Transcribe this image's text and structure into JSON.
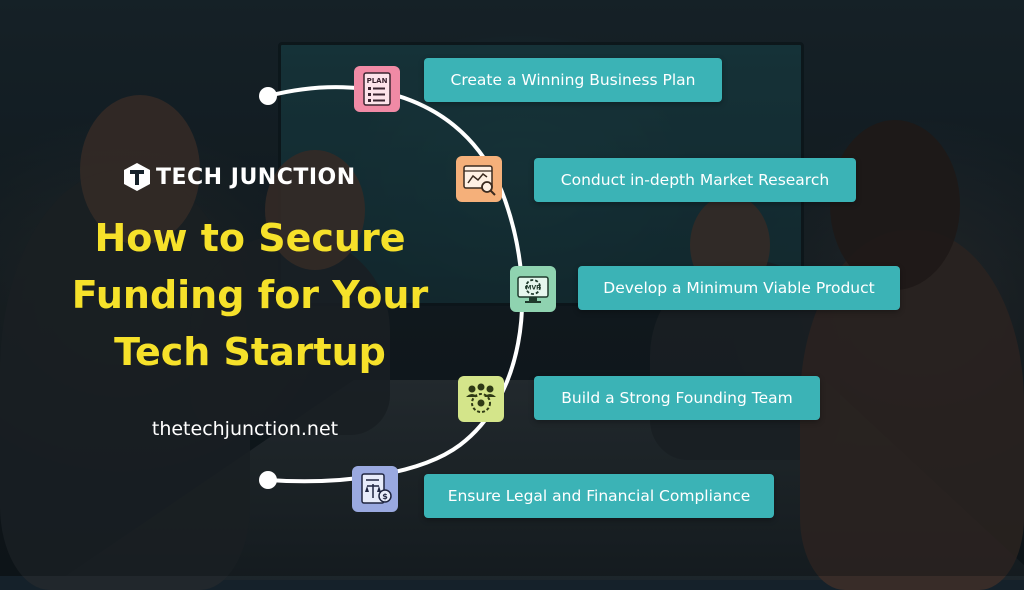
{
  "brand": {
    "name": "TECH JUNCTION"
  },
  "title": {
    "lines": [
      "How to Secure",
      "Funding for Your",
      "Tech Startup"
    ]
  },
  "website": "thetechjunction.net",
  "steps": [
    {
      "label": "Create a Winning Business Plan",
      "icon": "plan-document-icon",
      "icon_text": "PLAN",
      "color": "#f08aa5"
    },
    {
      "label": "Conduct in-depth Market Research",
      "icon": "market-chart-magnifier-icon",
      "color": "#f5b07a"
    },
    {
      "label": "Develop a Minimum Viable Product",
      "icon": "mvp-gear-monitor-icon",
      "icon_text": "MVP",
      "color": "#8fd3b0"
    },
    {
      "label": "Build a Strong Founding Team",
      "icon": "team-gear-icon",
      "color": "#d4e58a"
    },
    {
      "label": "Ensure Legal and Financial Compliance",
      "icon": "legal-finance-document-icon",
      "color": "#9aa9e0"
    }
  ],
  "colors": {
    "title": "#f6e12a",
    "label_bg": "#3bb3b6",
    "arc": "#ffffff"
  }
}
